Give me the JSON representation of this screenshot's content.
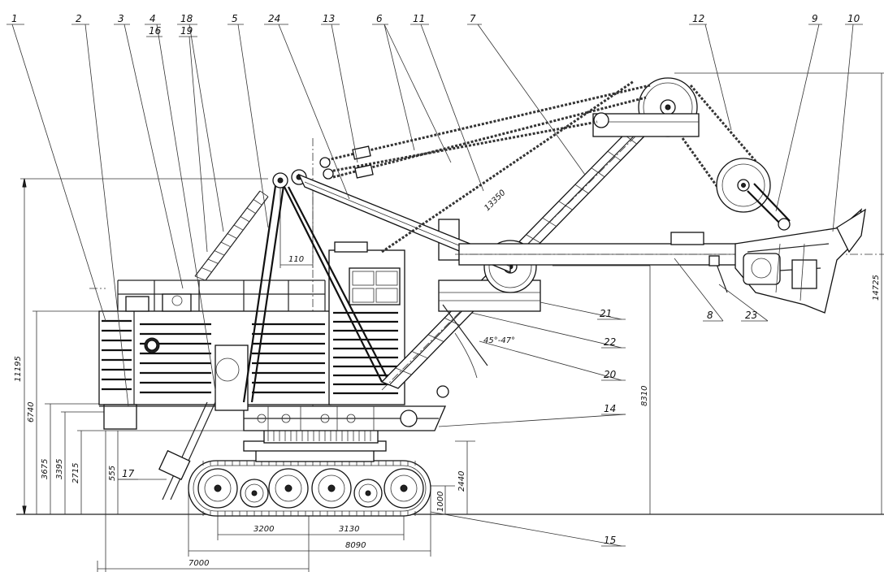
{
  "callouts": {
    "c1": "1",
    "c2": "2",
    "c3": "3",
    "c4": "4",
    "c18": "18",
    "c16": "16",
    "c19": "19",
    "c5": "5",
    "c24": "24",
    "c13": "13",
    "c6": "6",
    "c11": "11",
    "c7": "7",
    "c12": "12",
    "c9": "9",
    "c10": "10",
    "c21": "21",
    "c22": "22",
    "c20": "20",
    "c14": "14",
    "c8": "8",
    "c23": "23",
    "c17": "17",
    "c15": "15"
  },
  "dimensions": {
    "d11195": "11195",
    "d6740": "6740",
    "d3675": "3675",
    "d3395": "3395",
    "d2715": "2715",
    "d555": "555",
    "d2440": "2440",
    "d1000": "1000",
    "d8310": "8310",
    "d14725": "14725",
    "d13350": "13350",
    "d110": "110",
    "d3200": "3200",
    "d3130": "3130",
    "d8090": "8090",
    "d7000": "7000",
    "angle": "45°-47°"
  }
}
